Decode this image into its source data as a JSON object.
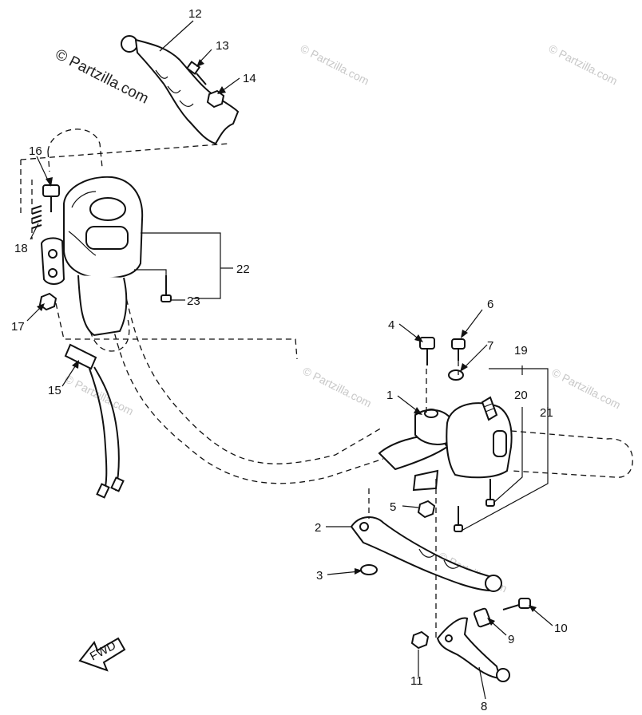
{
  "diagram": {
    "watermarks": {
      "main": "© Partzilla.com",
      "faint": [
        "© Partzilla.com",
        "© Partzilla.com",
        "© Partzilla.com",
        "© Partzilla.com",
        "© Partzilla.com",
        "© Partzilla.com"
      ]
    },
    "callouts": [
      "1",
      "2",
      "3",
      "4",
      "5",
      "6",
      "7",
      "8",
      "9",
      "10",
      "11",
      "12",
      "13",
      "14",
      "15",
      "16",
      "17",
      "18",
      "19",
      "20",
      "21",
      "22",
      "23"
    ],
    "fwd_label": "FWD"
  }
}
